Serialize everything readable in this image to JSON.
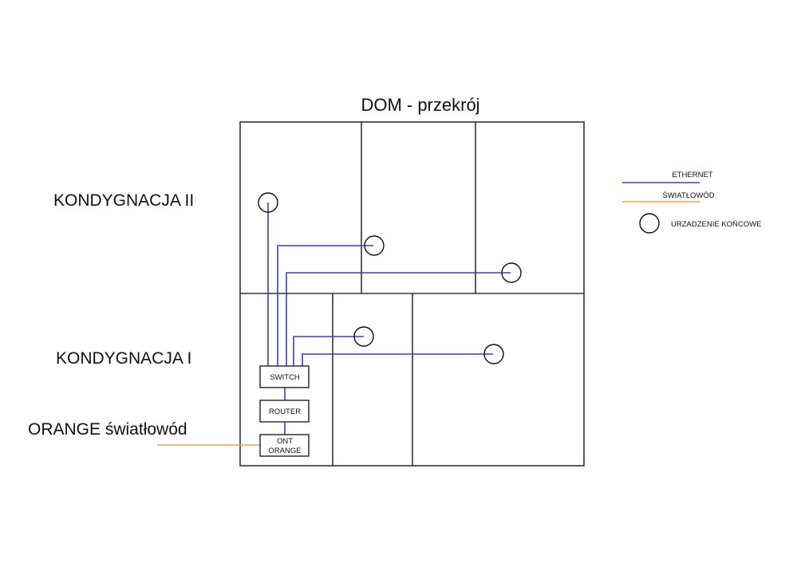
{
  "title": "DOM - przekrój",
  "floors": {
    "upper": "KONDYGNACJA II",
    "lower": "KONDYGNACJA I",
    "fiber_input": "ORANGE światłowód"
  },
  "equipment": {
    "switch": "SWITCH",
    "router": "ROUTER",
    "ont_line1": "ONT",
    "ont_line2": "ORANGE"
  },
  "legend": {
    "ethernet": "ETHERNET",
    "fiber": "ŚWIATŁOWÓD",
    "device": "URZADZENIE KOŃCOWE"
  },
  "colors": {
    "ethernet": "#3b3bd0",
    "fiber": "#f0a050"
  }
}
